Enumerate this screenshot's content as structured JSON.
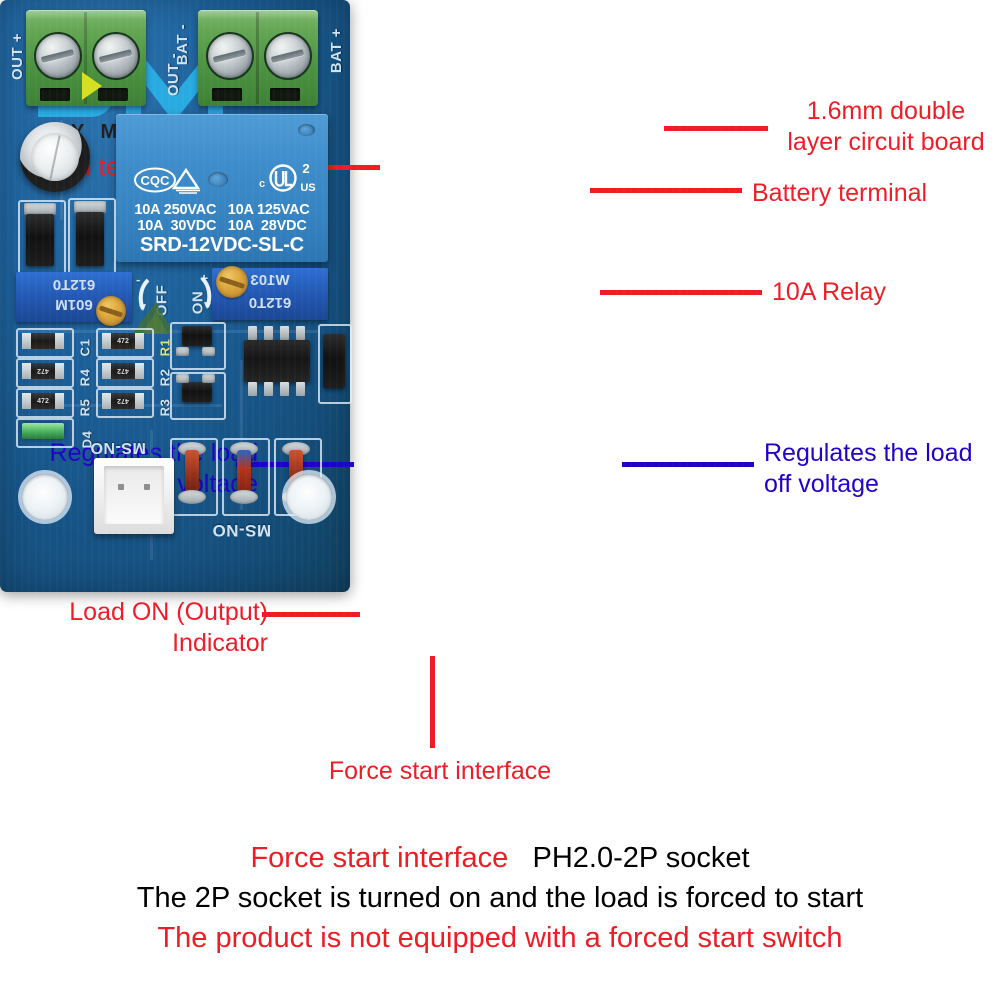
{
  "brand": {
    "logo_mark": "dm-logo-icon",
    "name": "DIY MORE"
  },
  "callouts": [
    {
      "id": "load-terminal",
      "text": "Load terminal",
      "color": "#ee1c25",
      "align": "left"
    },
    {
      "id": "circuit-board",
      "text": "1.6mm double\nlayer circuit board",
      "color": "#ee1c25",
      "align": "center"
    },
    {
      "id": "battery-terminal",
      "text": "Battery terminal",
      "color": "#ee1c25",
      "align": "left"
    },
    {
      "id": "relay",
      "text": "10A Relay",
      "color": "#ee1c25",
      "align": "left"
    },
    {
      "id": "regulate-left",
      "text": "Regulates the load\noff voltage",
      "color": "#2100c8",
      "align": "right"
    },
    {
      "id": "regulate-right",
      "text": "Regulates the load\noff voltage",
      "color": "#2100c8",
      "align": "left"
    },
    {
      "id": "load-on-indicator",
      "text": "Load ON (Output)\nIndicator",
      "color": "#ee1c25",
      "align": "right"
    },
    {
      "id": "force-start",
      "text": "Force start interface",
      "color": "#ee1c25",
      "align": "center"
    }
  ],
  "board": {
    "silkscreen": {
      "out_plus": "OUT  +",
      "out_minus": "OUT  -",
      "bat_minus": "BAT  -",
      "bat_plus": "BAT  +",
      "off": "OFF",
      "on": "ON",
      "minus_mark": "-",
      "plus_mark": "+",
      "components": [
        "C1",
        "R4",
        "R5",
        "D4",
        "R1",
        "R2",
        "R3"
      ],
      "ms_no_top": "MS-NO",
      "ms_no_bottom": "MS-NO"
    },
    "relay": {
      "cert_cqc": "CQC",
      "cert_ul": "UL",
      "ul_suffix_c": "c",
      "ul_suffix_us": "US",
      "ul_number": "2",
      "rating_line1": "10A 250VAC   10A 125VAC",
      "rating_line2": "10A  30VDC   10A  28VDC",
      "part_number": "SRD-12VDC-SL-C"
    },
    "trimpot_left": {
      "code_top": "612T0",
      "code_bottom": "601M"
    },
    "trimpot_right": {
      "code_top": "W103",
      "code_bottom": "612T0"
    },
    "resistor_code": "472"
  },
  "footer": {
    "line1_red": "Force start interface",
    "line1_black": "PH2.0-2P socket",
    "line2": "The 2P socket is turned on and the load is forced to start",
    "line3": "The product is not equipped with a forced start switch"
  },
  "colors": {
    "red": "#ee1c25",
    "blue": "#2100c8",
    "logo_blue": "#29abe2",
    "logo_yellow": "#d7df23",
    "pcb": "#1c5f99",
    "terminal_green": "#4e9442",
    "relay_blue": "#3582c1"
  }
}
